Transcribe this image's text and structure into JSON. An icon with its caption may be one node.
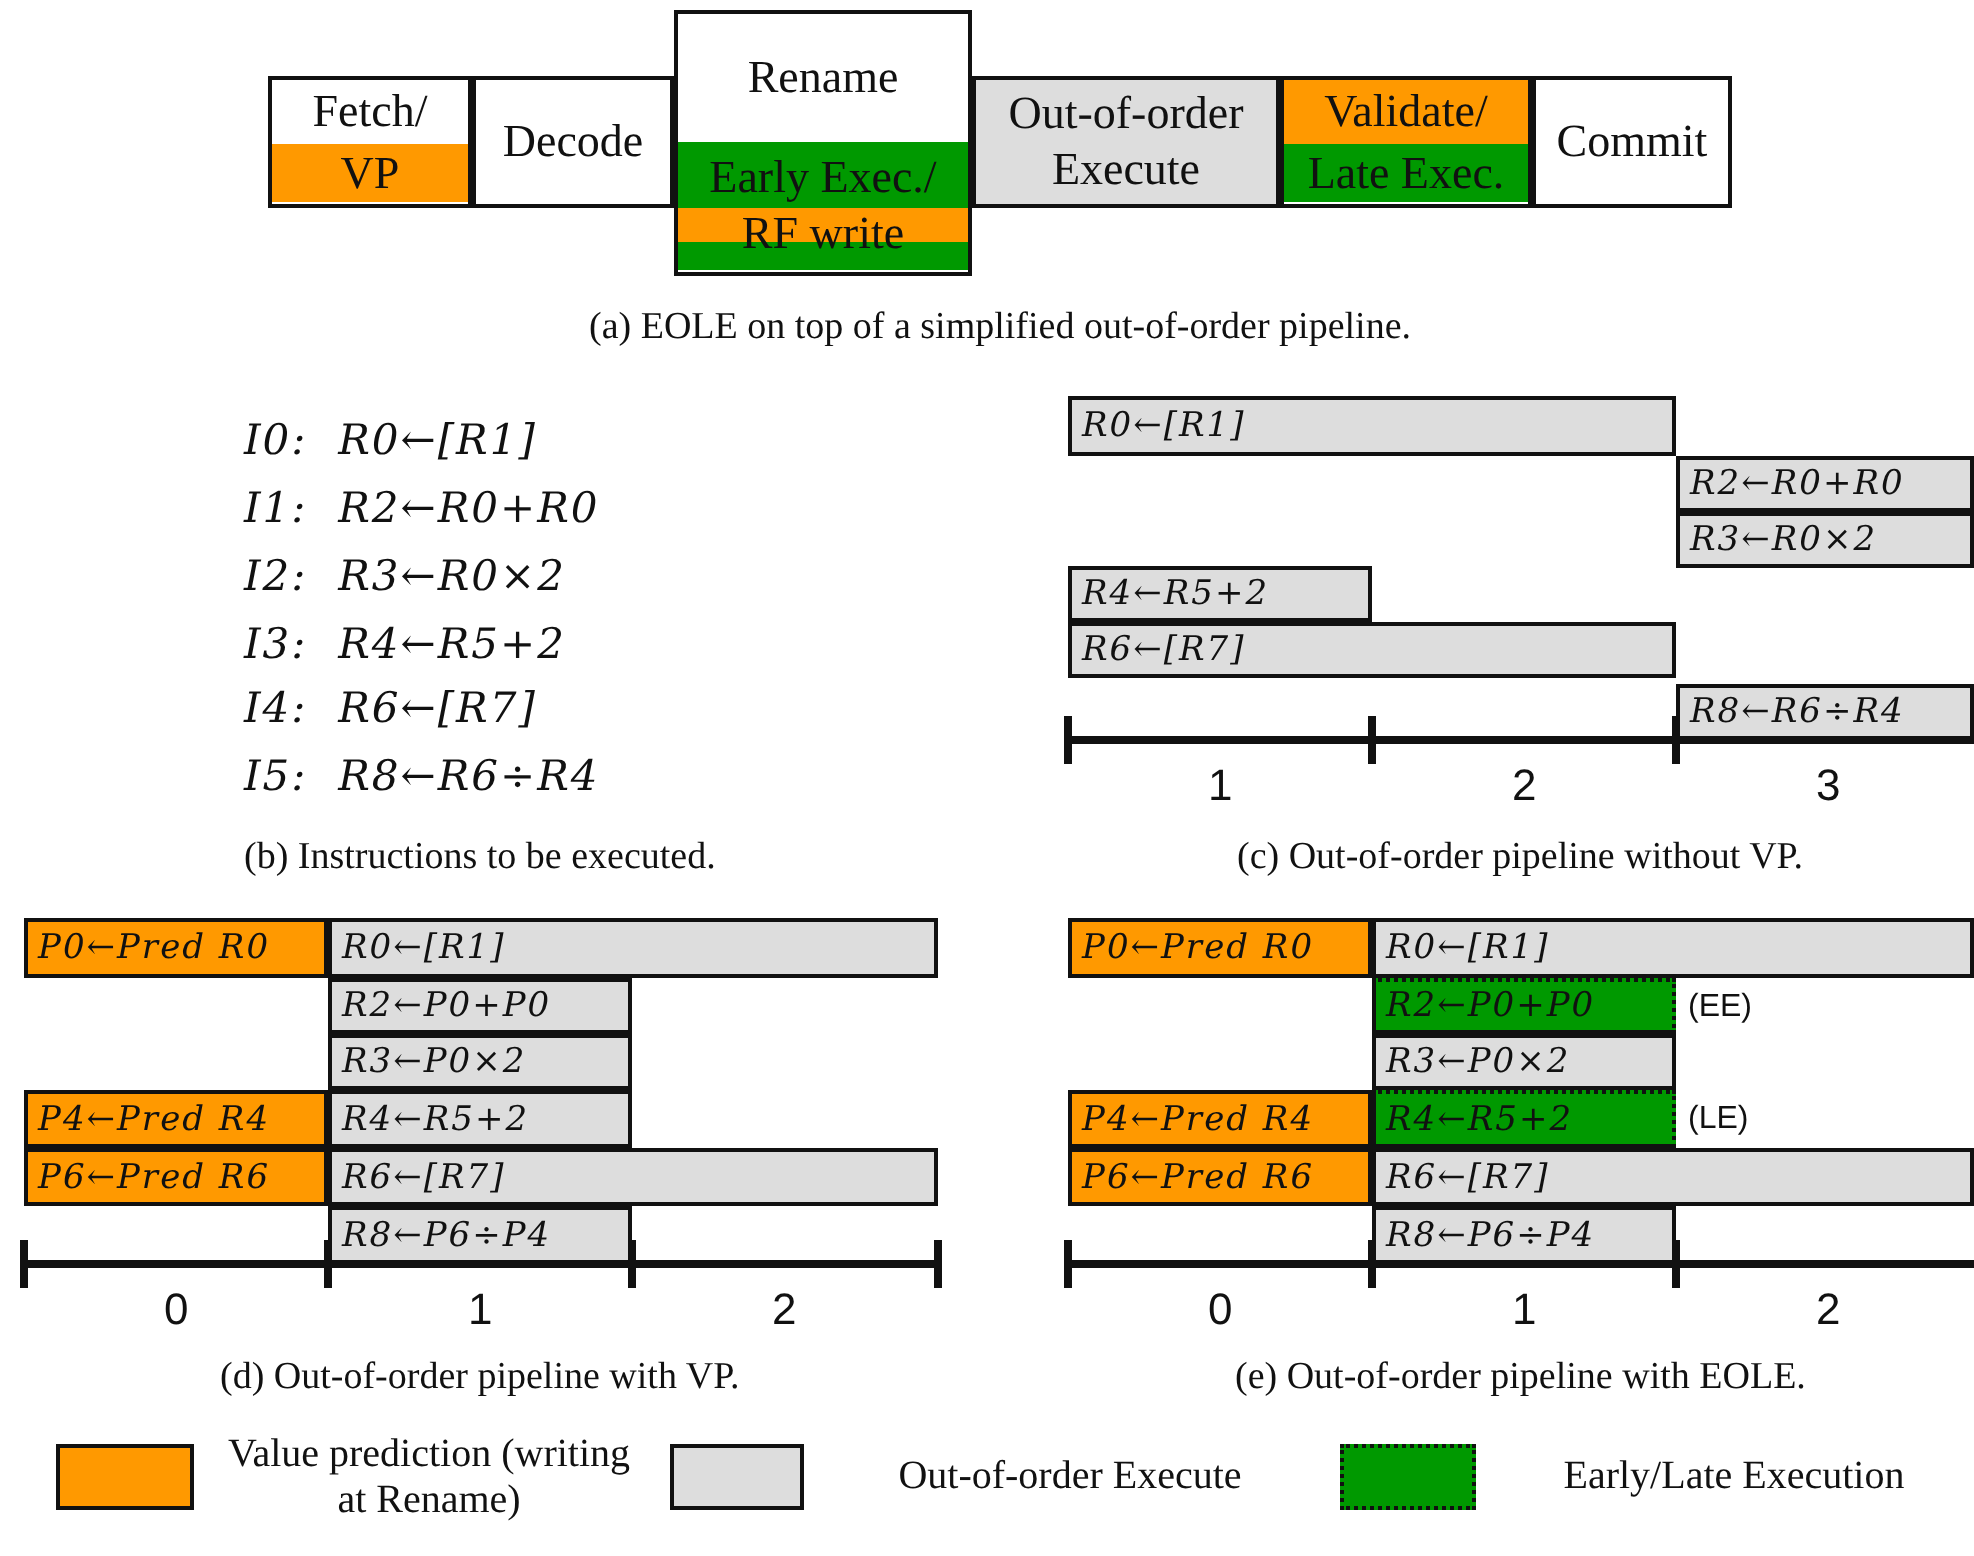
{
  "diagram": {
    "nodes": [
      {
        "text": [
          "Fetch/",
          "VP"
        ]
      },
      {
        "text": [
          "Decode"
        ]
      },
      {
        "text": [
          "Rename",
          "Early Exec./ RF write"
        ]
      },
      {
        "text": [
          "Out-of-order Execute"
        ]
      },
      {
        "text": [
          "Validate/",
          "Late Exec."
        ]
      },
      {
        "text": [
          "Commit"
        ]
      },
      {
        "text": [
          "R0←[R1]"
        ]
      },
      {
        "text": [
          "R2←R0+R0"
        ]
      },
      {
        "text": [
          "R3←R0×2"
        ]
      },
      {
        "text": [
          "R4←R5+2"
        ]
      },
      {
        "text": [
          "R6←[R7]"
        ]
      },
      {
        "text": [
          "R8←R6÷R4"
        ]
      },
      {
        "text": [
          "P0←Pred R0"
        ]
      },
      {
        "text": [
          "R0←[R1]"
        ]
      },
      {
        "text": [
          "R2←P0+P0"
        ]
      },
      {
        "text": [
          "R3←P0×2"
        ]
      },
      {
        "text": [
          "P4←Pred R4"
        ]
      },
      {
        "text": [
          "R4←R5+2"
        ]
      },
      {
        "text": [
          "P6←Pred R6"
        ]
      },
      {
        "text": [
          "R6←[R7]"
        ]
      },
      {
        "text": [
          "R8←P6÷P4"
        ]
      },
      {
        "text": [
          "P0←Pred R0"
        ]
      },
      {
        "text": [
          "R0←[R1]"
        ]
      },
      {
        "text": [
          "R2←P0+P0"
        ],
        "beside": [
          "(EE)"
        ]
      },
      {
        "text": [
          "R3←P0×2"
        ]
      },
      {
        "text": [
          "P4←Pred R4"
        ]
      },
      {
        "text": [
          "R4←R5+2"
        ],
        "beside": [
          "(LE)"
        ]
      },
      {
        "text": [
          "P6←Pred R6"
        ]
      },
      {
        "text": [
          "R6←[R7]"
        ]
      },
      {
        "text": [
          "R8←P6÷P4"
        ]
      }
    ],
    "labels": [
      "(a) EOLE on top of a simplified out-of-order pipeline.",
      "I0:  R0←[R1]",
      "I1:  R2←R0+R0",
      "I2:  R3←R0×2",
      "I3:  R4←R5+2",
      "I4:  R6←[R7]",
      "I5:  R8←R6÷R4",
      "1",
      "2",
      "3",
      "(b) Instructions to be executed.",
      "(c) Out-of-order pipeline without VP.",
      "0",
      "1",
      "2",
      "0",
      "1",
      "2",
      "(d) Out-of-order pipeline with VP.",
      "(e) Out-of-order pipeline with EOLE."
    ],
    "legend": [
      {
        "text": "Value prediction (writing at Rename)",
        "color": "#ff9900"
      },
      {
        "text": "Out-of-order Execute",
        "color": "#dddddd"
      },
      {
        "text": "Early/Late Execution",
        "color": "#009900"
      }
    ]
  }
}
